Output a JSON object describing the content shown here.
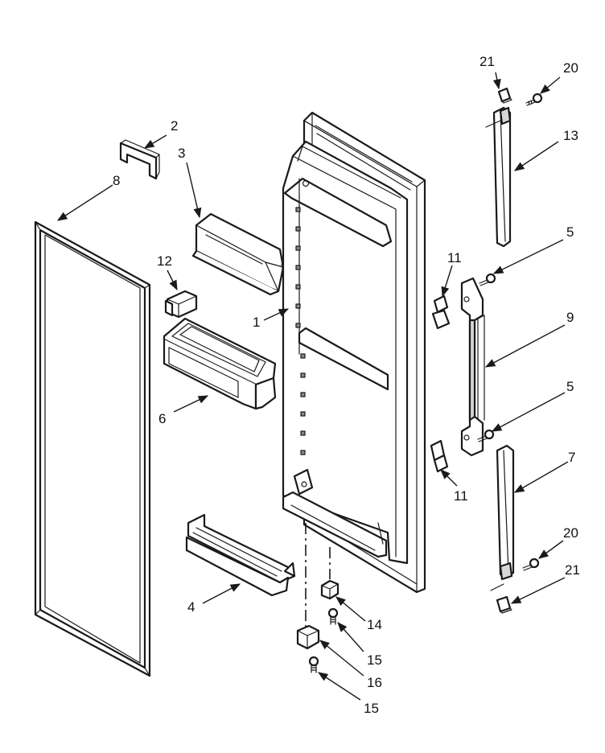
{
  "callouts": {
    "c1": "1",
    "c2": "2",
    "c3": "3",
    "c4": "4",
    "c5a": "5",
    "c5b": "5",
    "c6": "6",
    "c7": "7",
    "c8": "8",
    "c9": "9",
    "c11a": "11",
    "c11b": "11",
    "c12": "12",
    "c13": "13",
    "c14": "14",
    "c15a": "15",
    "c15b": "15",
    "c16": "16",
    "c20a": "20",
    "c20b": "20",
    "c21a": "21",
    "c21b": "21"
  }
}
